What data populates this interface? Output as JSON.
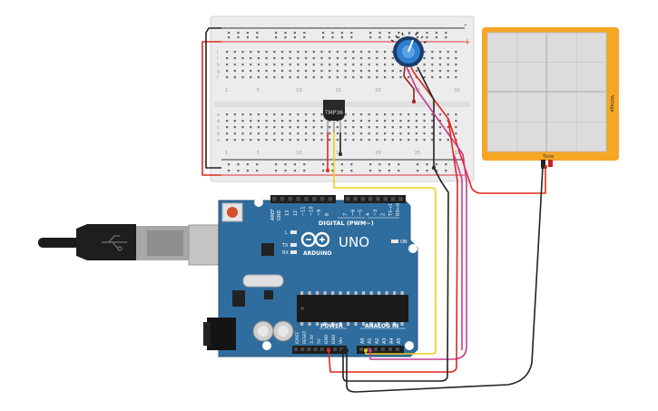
{
  "canvas": {
    "background": "#ffffff"
  },
  "breadboard": {
    "rail_plus": "+",
    "rail_minus": "-",
    "row_letters_top": [
      "j",
      "i",
      "h",
      "g",
      "f"
    ],
    "row_letters_bottom": [
      "e",
      "d",
      "c",
      "b",
      "a"
    ],
    "column_numbers": [
      "1",
      "5",
      "10",
      "15",
      "20",
      "25",
      "30"
    ]
  },
  "sensor": {
    "label": "TMP36"
  },
  "oscilloscope": {
    "y_label": "Voltage",
    "x_label": "Time",
    "frame_color": "#f5a623",
    "screen_color": "#dcdcdc"
  },
  "arduino": {
    "board_color": "#2f6d9e",
    "logo_text": "ARDUINO",
    "model_text": "UNO",
    "digital_header_label": "DIGITAL (PWM~)",
    "tx_label": "TX",
    "rx_label": "RX",
    "l_label": "L",
    "on_label": "ON",
    "power_label": "POWER",
    "analog_label": "ANALOG IN",
    "aref_label": "AREF",
    "gnd_label": "GND",
    "top_pins": [
      "13",
      "12",
      "~11",
      "~10",
      "~9",
      "8",
      "7",
      "~6",
      "~5",
      "4",
      "~3",
      "2",
      "TX→1",
      "RX←0"
    ],
    "power_pins": [
      "IOREF",
      "RESET",
      "3.3V",
      "5V",
      "GND",
      "GND",
      "Vin"
    ],
    "analog_pins": [
      "A0",
      "A1",
      "A2",
      "A3",
      "A4",
      "A5"
    ]
  },
  "wires": {
    "colors": {
      "red": "#e0281c",
      "black": "#222222",
      "yellow": "#f2cf1a",
      "magenta": "#c83b94",
      "darkred": "#9b1c1c"
    }
  }
}
